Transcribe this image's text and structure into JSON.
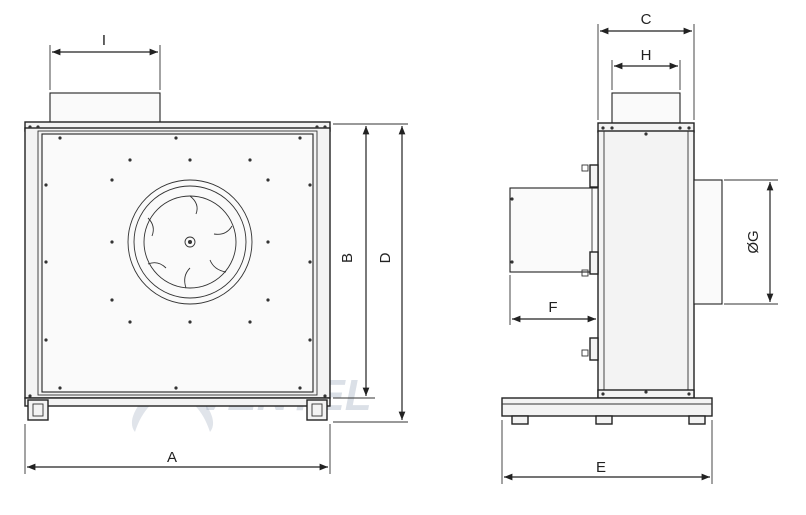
{
  "front_view": {
    "dimension_labels": {
      "A": "A",
      "B": "B",
      "D": "D",
      "I": "I"
    }
  },
  "side_view": {
    "dimension_labels": {
      "C": "C",
      "H": "H",
      "G": "ØG",
      "F": "F",
      "E": "E"
    }
  },
  "watermark": {
    "text": "VENTEL"
  },
  "colors": {
    "line": "#222222",
    "body": "#f3f3f3",
    "watermark": "#9aa7bb"
  }
}
